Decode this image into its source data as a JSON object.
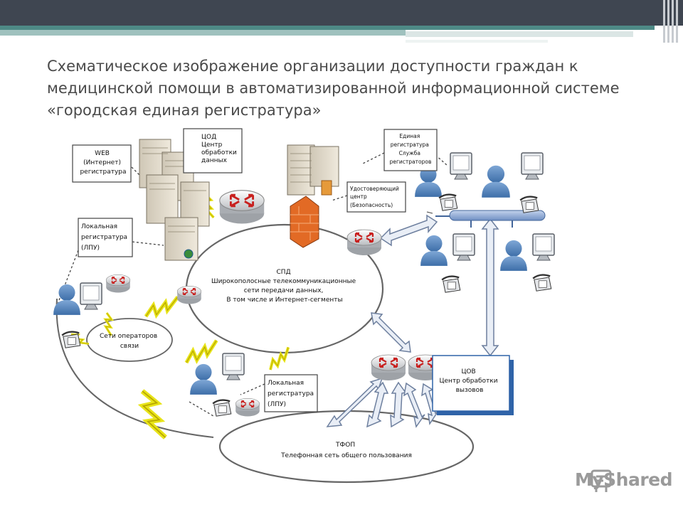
{
  "slide": {
    "title_lines": [
      "Схематическое изображение  организации доступности граждан к",
      "медицинской помощи в автоматизированной информационной системе",
      "«городская единая регистратура»"
    ]
  },
  "diagram": {
    "cod_box": [
      "ЦОД",
      "Центр",
      "обработки",
      "данных"
    ],
    "web_box": [
      "WEB",
      "(Интернет)",
      "регистратура"
    ],
    "uc_box": [
      "Удостоверяющий",
      "центр",
      "(Безопасность)"
    ],
    "er_box": [
      "Единая",
      "регистратура",
      "Служба",
      "регистраторов"
    ],
    "local_box_1": [
      "Локальная",
      "регистратура",
      "(ЛПУ)"
    ],
    "local_box_2": [
      "Локальная",
      "регистратура",
      "(ЛПУ)"
    ],
    "spd": [
      "СПД",
      "Широкополосные телекоммуникационные",
      "сети передачи данных,",
      "В том числе и Интернет-сегменты"
    ],
    "operators": [
      "Сети операторов",
      "связи"
    ],
    "tfop": [
      "ТФОП",
      "Телефонная сеть общего пользования"
    ],
    "cov": [
      "ЦОВ",
      "Центр обработки",
      "вызовов"
    ]
  },
  "watermark": {
    "text": "MyShared"
  }
}
